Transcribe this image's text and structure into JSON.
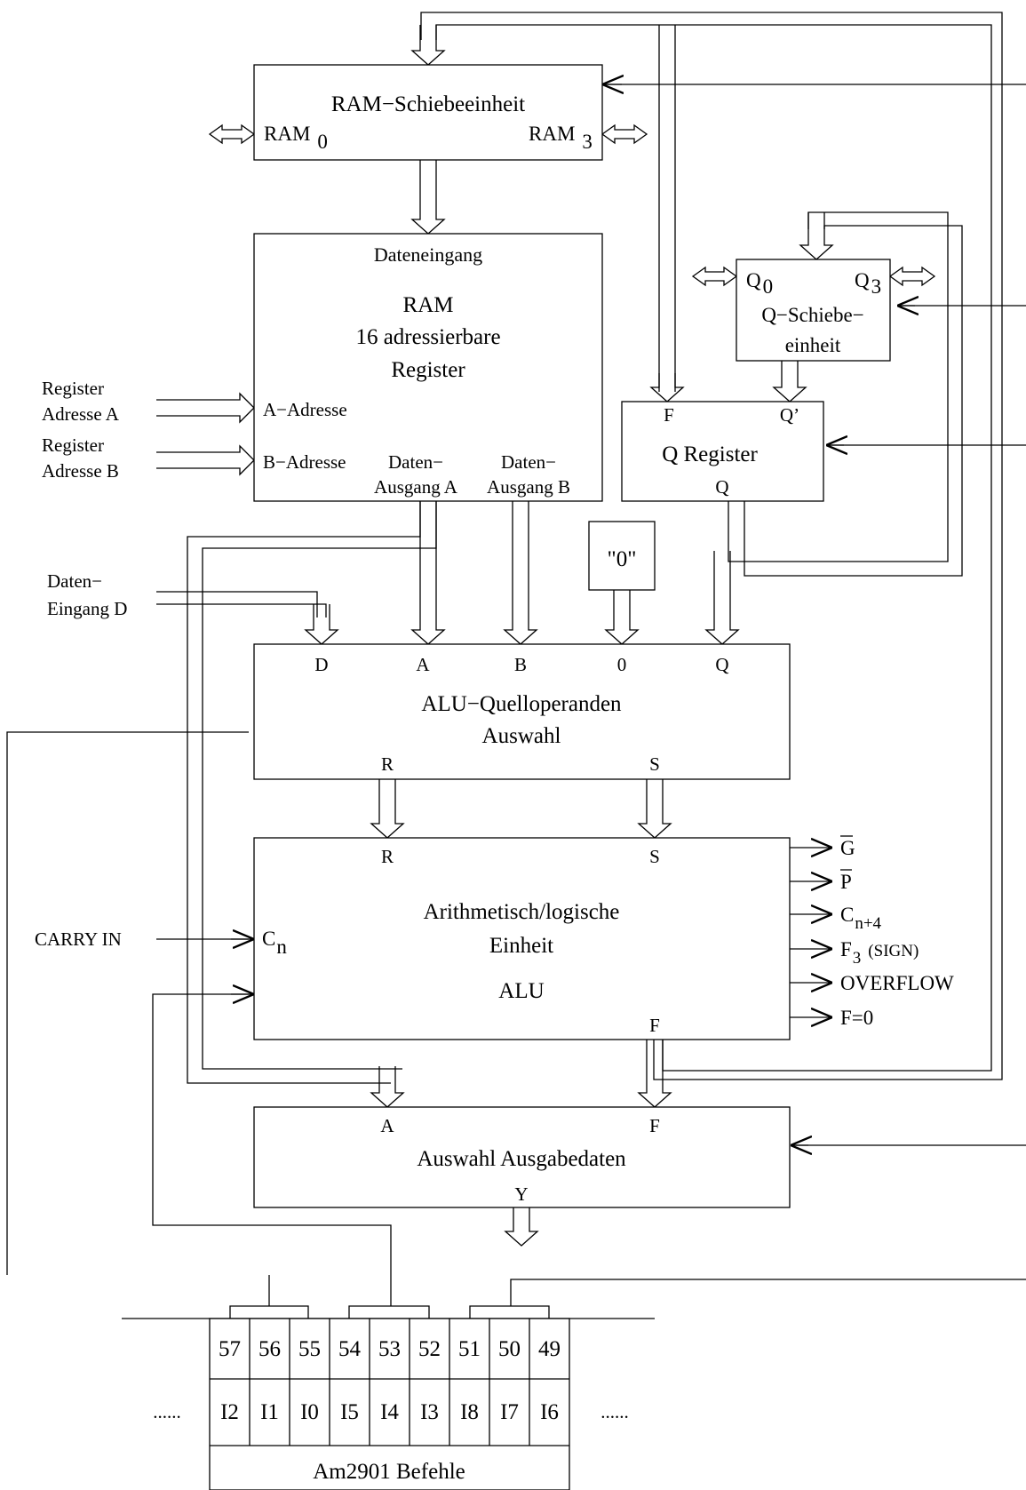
{
  "ram_shift": {
    "title": "RAM−Schiebeeinheit",
    "ram0": "RAM",
    "ram0_sub": "0",
    "ram3": "RAM",
    "ram3_sub": "3"
  },
  "ram": {
    "data_in": "Dateneingang",
    "title1": "RAM",
    "title2": "16 adressierbare",
    "title3": "Register",
    "a_addr": "A−Adresse",
    "b_addr": "B−Adresse",
    "out_a1": "Daten−",
    "out_a2": "Ausgang A",
    "out_b1": "Daten−",
    "out_b2": "Ausgang B"
  },
  "inputs": {
    "reg_a1": "Register",
    "reg_a2": "Adresse A",
    "reg_b1": "Register",
    "reg_b2": "Adresse B",
    "data_d1": "Daten−",
    "data_d2": "Eingang D",
    "carry_in": "CARRY IN"
  },
  "q_shift": {
    "q0": "Q",
    "q0_sub": "0",
    "q3": "Q",
    "q3_sub": "3",
    "title1": "Q−Schiebe−",
    "title2": "einheit"
  },
  "q_register": {
    "title": "Q Register",
    "f": "F",
    "qprime": "Q’",
    "q": "Q"
  },
  "zero": "\"0\"",
  "alu_source": {
    "d": "D",
    "a": "A",
    "b": "B",
    "zero": "0",
    "q": "Q",
    "title1": "ALU−Quelloperanden",
    "title2": "Auswahl",
    "r": "R",
    "s": "S"
  },
  "alu": {
    "r": "R",
    "s": "S",
    "cn": "C",
    "cn_sub": "n",
    "title1": "Arithmetisch/logische",
    "title2": "Einheit",
    "title3": "ALU",
    "f": "F"
  },
  "flags": {
    "g": "G",
    "p": "P",
    "cn4": "C",
    "cn4_sub": "n+4",
    "f3": "F",
    "f3_sub": "3",
    "f3_note": "(SIGN)",
    "overflow": "OVERFLOW",
    "fzero": "F=0"
  },
  "output_select": {
    "a": "A",
    "f": "F",
    "title": "Auswahl Ausgabedaten",
    "y": "Y"
  },
  "instruction": {
    "bits": [
      "57",
      "56",
      "55",
      "54",
      "53",
      "52",
      "51",
      "50",
      "49"
    ],
    "names": [
      "I2",
      "I1",
      "I0",
      "I5",
      "I4",
      "I3",
      "I8",
      "I7",
      "I6"
    ],
    "dots_left": "......",
    "dots_right": "......",
    "caption": "Am2901 Befehle"
  }
}
